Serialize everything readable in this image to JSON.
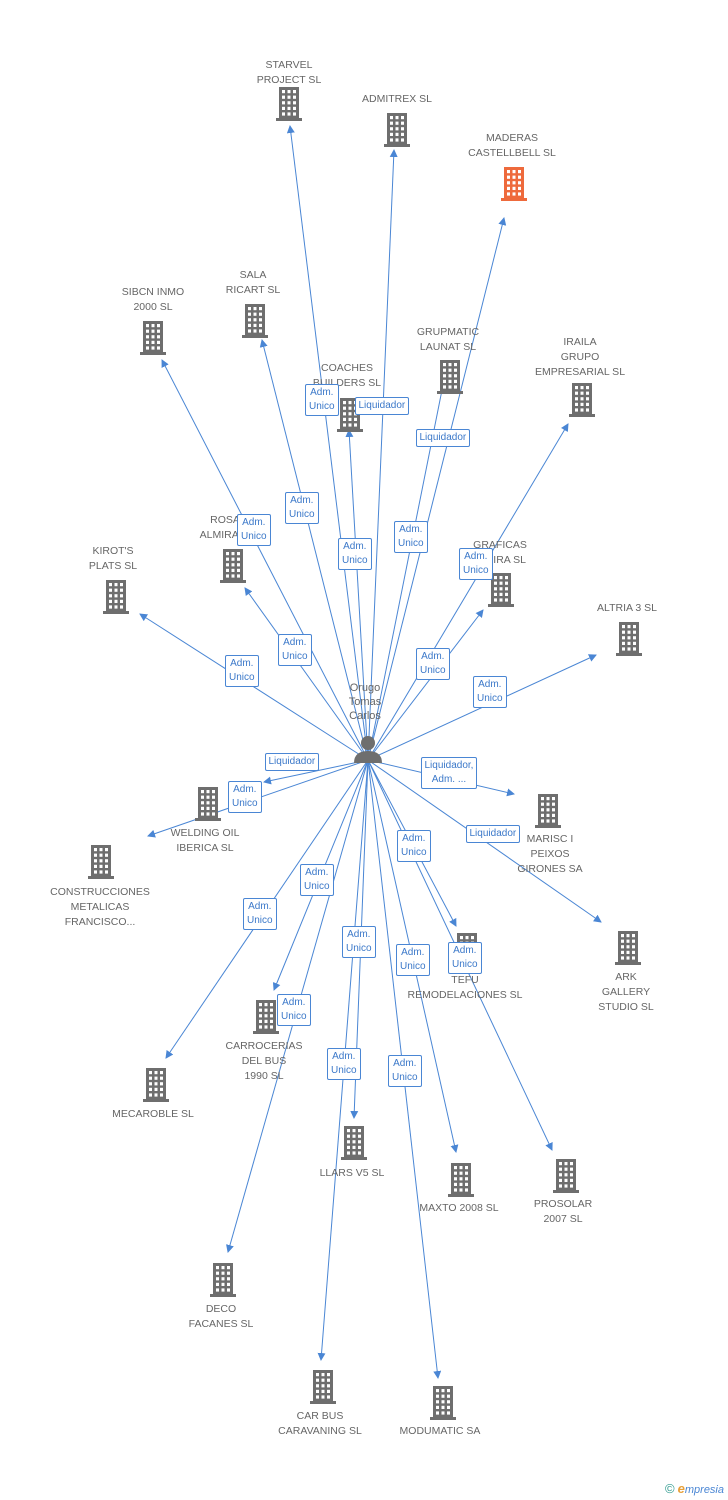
{
  "center": {
    "label": "Orugo\nTomas\nCarlos",
    "icon": "person-icon"
  },
  "colors": {
    "edge": "#4a86d4",
    "building": "#6e6e6e",
    "highlight": "#ee6a3c",
    "rel_text": "#3b78c9"
  },
  "nodes": [
    {
      "id": "starvel",
      "label": "STARVEL\nPROJECT SL"
    },
    {
      "id": "admitrex",
      "label": "ADMITREX SL"
    },
    {
      "id": "maderas",
      "label": "MADERAS\nCASTELLBELL SL",
      "highlight": true
    },
    {
      "id": "sibcn",
      "label": "SIBCN INMO\n2000 SL"
    },
    {
      "id": "sala",
      "label": "SALA\nRICART SL"
    },
    {
      "id": "grupmatic",
      "label": "GRUPMATIC\nLAUNAT SL"
    },
    {
      "id": "coaches",
      "label": "COACHES\nBUILDERS SL"
    },
    {
      "id": "iraila",
      "label": "IRAILA\nGRUPO\nEMPRESARIAL SL"
    },
    {
      "id": "rosa",
      "label": "ROSA\nALMIRALL"
    },
    {
      "id": "graficas",
      "label": "GRAFICAS\nALZIRA SL"
    },
    {
      "id": "kirots",
      "label": "KIROT'S\nPLATS SL"
    },
    {
      "id": "altria",
      "label": "ALTRIA 3 SL"
    },
    {
      "id": "welding",
      "label": "WELDING OIL\nIBERICA SL"
    },
    {
      "id": "marisc",
      "label": "MARISC I\nPEIXOS\nGIRONES SA"
    },
    {
      "id": "construcciones",
      "label": "CONSTRUCCIONES\nMETALICAS\nFRANCISCO..."
    },
    {
      "id": "ark",
      "label": "ARK\nGALLERY\nSTUDIO SL"
    },
    {
      "id": "tefu",
      "label": "TEFU\nREMODELACIONES SL"
    },
    {
      "id": "carrocerias",
      "label": "CARROCERIAS\nDEL BUS\n1990  SL"
    },
    {
      "id": "mecaroble",
      "label": "MECAROBLE SL"
    },
    {
      "id": "llars",
      "label": "LLARS V5 SL"
    },
    {
      "id": "maxto",
      "label": "MAXTO 2008 SL"
    },
    {
      "id": "prosolar",
      "label": "PROSOLAR\n2007 SL"
    },
    {
      "id": "deco",
      "label": "DECO\nFACANES SL"
    },
    {
      "id": "carbus",
      "label": "CAR BUS\nCARAVANING SL"
    },
    {
      "id": "modumatic",
      "label": "MODUMATIC SA"
    }
  ],
  "relations": [
    {
      "target": "starvel",
      "label": "Adm.\nUnico"
    },
    {
      "target": "admitrex",
      "label": "Liquidador"
    },
    {
      "target": "maderas",
      "label": "Liquidador"
    },
    {
      "target": "sibcn",
      "label": "Adm.\nUnico"
    },
    {
      "target": "sala",
      "label": "Adm.\nUnico"
    },
    {
      "target": "grupmatic",
      "label": "Adm.\nUnico"
    },
    {
      "target": "coaches",
      "label": "Adm.\nUnico"
    },
    {
      "target": "iraila",
      "label": "Adm.\nUnico"
    },
    {
      "target": "rosa",
      "label": "Adm.\nUnico"
    },
    {
      "target": "graficas",
      "label": "Adm.\nUnico"
    },
    {
      "target": "kirots",
      "label": "Adm.\nUnico"
    },
    {
      "target": "altria",
      "label": "Adm.\nUnico"
    },
    {
      "target": "welding",
      "label": "Liquidador"
    },
    {
      "target": "construcciones",
      "label": "Adm.\nUnico"
    },
    {
      "target": "marisc",
      "label": "Liquidador,\nAdm. ..."
    },
    {
      "target": "ark",
      "label": "Liquidador"
    },
    {
      "target": "tefu",
      "label": "Adm.\nUnico"
    },
    {
      "target": "carrocerias",
      "label": "Adm.\nUnico"
    },
    {
      "target": "mecaroble",
      "label": "Adm.\nUnico"
    },
    {
      "target": "llars",
      "label": "Adm.\nUnico"
    },
    {
      "target": "maxto",
      "label": "Adm.\nUnico"
    },
    {
      "target": "prosolar",
      "label": "Adm.\nUnico"
    },
    {
      "target": "deco",
      "label": "Adm.\nUnico"
    },
    {
      "target": "carbus",
      "label": "Adm.\nUnico"
    },
    {
      "target": "modumatic",
      "label": "Adm.\nUnico"
    }
  ],
  "footer": {
    "copyright": "©",
    "brand_initial": "e",
    "brand_rest": "mpresia"
  }
}
